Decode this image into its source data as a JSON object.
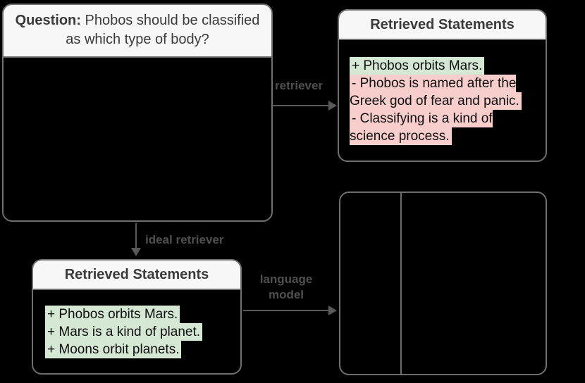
{
  "colors": {
    "background": "#000000",
    "box_border": "#6f6f6f",
    "header_background": "#f7f7f7",
    "header_text": "#3a3a3a",
    "positive_highlight": "#d5e8d4",
    "negative_highlight": "#f8cecc",
    "arrow": "#595959",
    "arrow_label_text": "#4f4f4f"
  },
  "question_box": {
    "label": "Question:",
    "text": " Phobos should be classified as which type of body?"
  },
  "retrieved_statements_top": {
    "title": "Retrieved Statements",
    "statements": [
      {
        "sign": "positive",
        "text": "+ Phobos orbits Mars."
      },
      {
        "sign": "negative",
        "text": "- Phobos is named after the Greek god of fear and panic."
      },
      {
        "sign": "negative",
        "text": "- Classifying is a kind of science process."
      }
    ]
  },
  "retrieved_statements_bottom": {
    "title": "Retrieved Statements",
    "statements": [
      {
        "sign": "positive",
        "text": "+ Phobos orbits Mars."
      },
      {
        "sign": "positive",
        "text": "+ Mars is a kind of planet."
      },
      {
        "sign": "positive",
        "text": "+ Moons orbit planets."
      }
    ]
  },
  "arrows": {
    "retriever_label": "retriever",
    "ideal_retriever_label": "ideal retriever",
    "language_model_label": "language model"
  }
}
